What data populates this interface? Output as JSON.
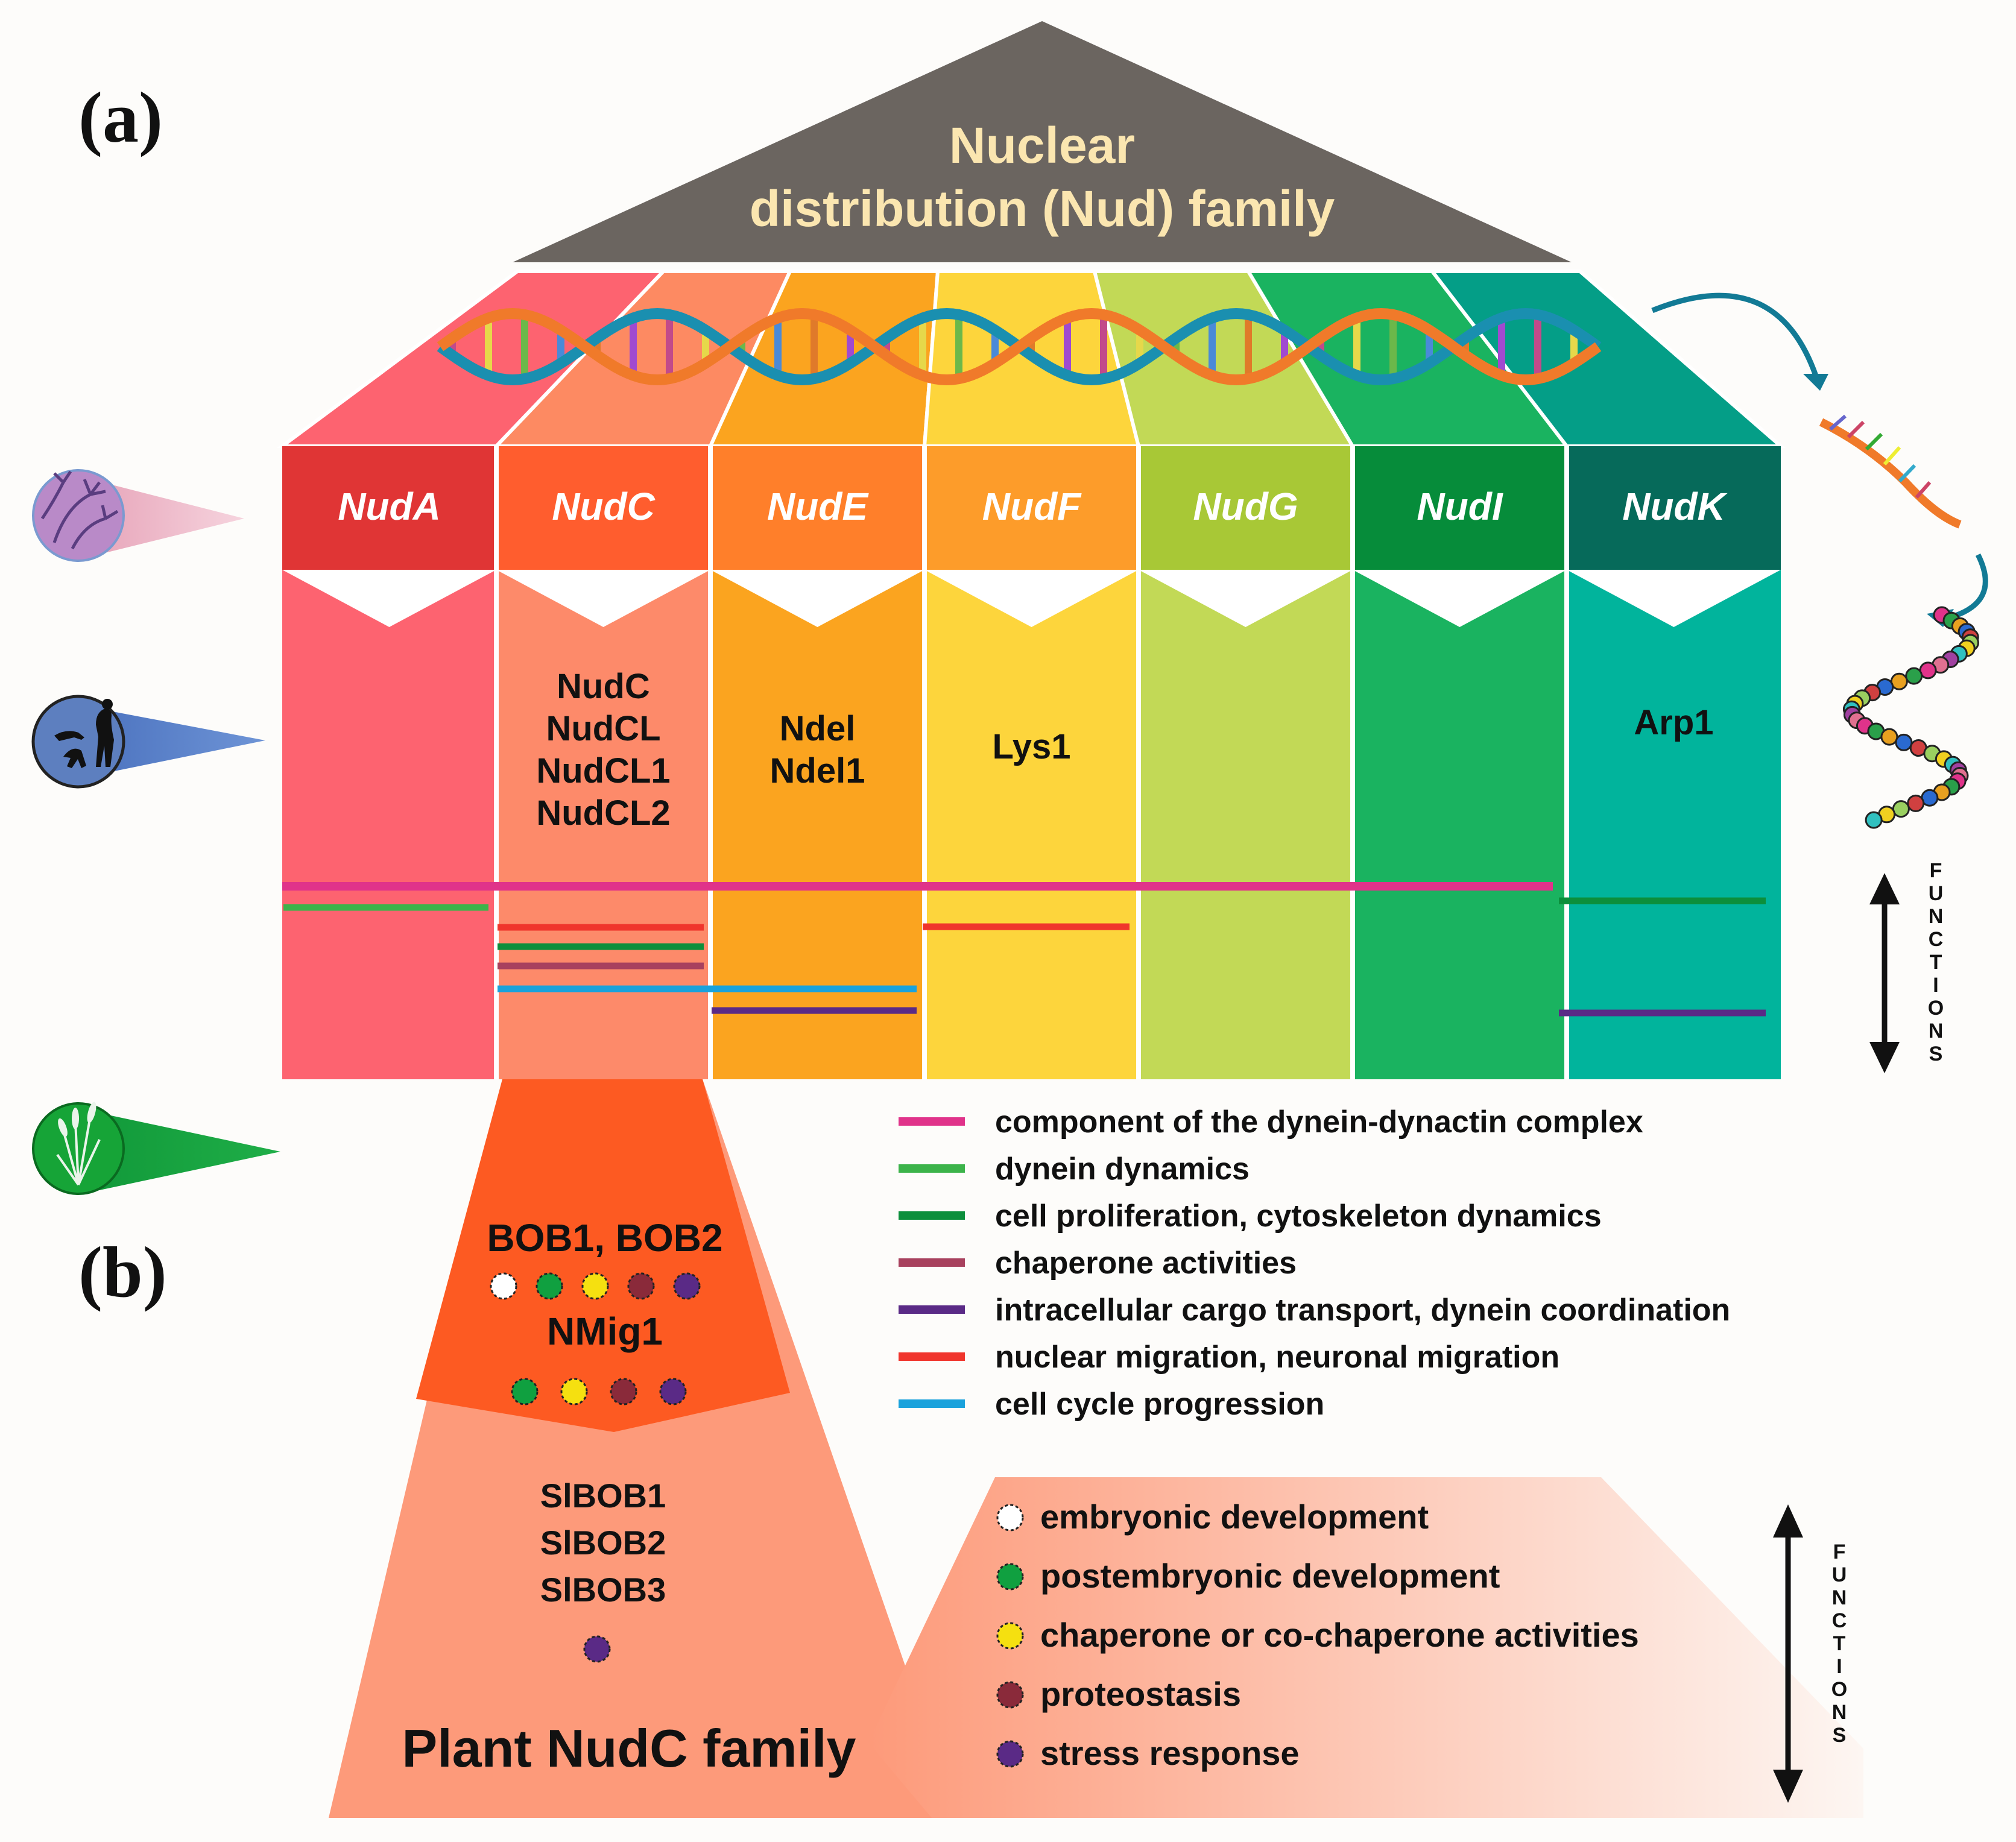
{
  "panel_a_label": "(a)",
  "panel_b_label": "(b)",
  "roof_title": [
    "Nuclear",
    "distribution (Nud) family"
  ],
  "columns": [
    {
      "name": "NudA",
      "members": [],
      "color_head": "#e03535",
      "color_body": "#fd6370",
      "color_top": "#fd6370"
    },
    {
      "name": "NudC",
      "members": [
        "NudC",
        "NudCL",
        "NudCL1",
        "NudCL2"
      ],
      "color_head": "#ff5d2e",
      "color_body": "#fd8a6a",
      "color_top": "#fd8a62"
    },
    {
      "name": "NudE",
      "members": [
        "Ndel",
        "Ndel1"
      ],
      "color_head": "#ff7f2a",
      "color_body": "#fba41f",
      "color_top": "#fba41f"
    },
    {
      "name": "NudF",
      "members": [
        "Lys1"
      ],
      "color_head": "#fd9c2a",
      "color_body": "#fdd53c",
      "color_top": "#fdd53c"
    },
    {
      "name": "NudG",
      "members": [],
      "color_head": "#a8c836",
      "color_body": "#c2d956",
      "color_top": "#c2d956"
    },
    {
      "name": "NudI",
      "members": [],
      "color_head": "#068c3a",
      "color_body": "#1ab360",
      "color_top": "#1ab360"
    },
    {
      "name": "NudK",
      "members": [
        "Arp1"
      ],
      "color_head": "#066a5a",
      "color_body": "#01b49c",
      "color_top": "#049e87"
    }
  ],
  "functions_axis_label": "FUNCTIONS",
  "legend_a": [
    {
      "label": "component of the dynein-dynactin complex",
      "color": "#e0338a"
    },
    {
      "label": "dynein dynamics",
      "color": "#3cb34a"
    },
    {
      "label": "cell proliferation, cytoskeleton dynamics",
      "color": "#0c8f3c"
    },
    {
      "label": "chaperone activities",
      "color": "#a8415e"
    },
    {
      "label": "intracellular cargo transport, dynein coordination",
      "color": "#5a2a86"
    },
    {
      "label": "nuclear migration, neuronal migration",
      "color": "#f0352c"
    },
    {
      "label": "cell cycle progression",
      "color": "#1aa2dc"
    }
  ],
  "plant": {
    "upper_genes_1": "BOB1, BOB2",
    "upper_genes_2": "NMig1",
    "lower_genes": [
      "SlBOB1",
      "SlBOB2",
      "SlBOB3"
    ],
    "family_title": "Plant NudC family"
  },
  "legend_b": [
    {
      "label": "embryonic development",
      "color": "#ffffff"
    },
    {
      "label": "postembryonic development",
      "color": "#10a040"
    },
    {
      "label": "chaperone or co-chaperone activities",
      "color": "#f5e010"
    },
    {
      "label": "proteostasis",
      "color": "#8a2a3a"
    },
    {
      "label": "stress response",
      "color": "#5a2a86"
    }
  ],
  "colors": {
    "roof": "#6b6560",
    "roof_text": "#fbe6b0",
    "plant_upper": "#fd5a22",
    "plant_lower": "#fd9a7a",
    "legend_b_bg": "#fdb094"
  }
}
